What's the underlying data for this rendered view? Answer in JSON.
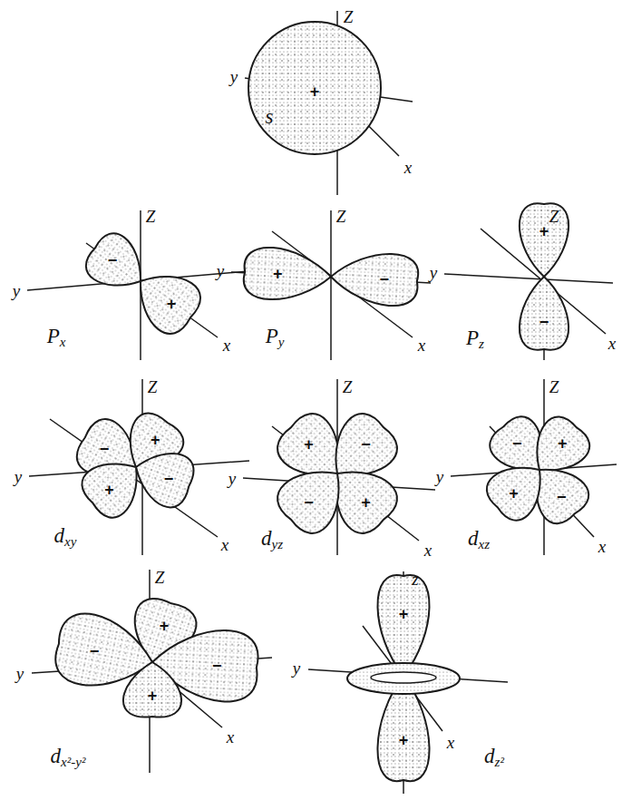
{
  "diagram": {
    "labels": [
      "Z",
      "y",
      "+",
      "s",
      "x",
      "Z",
      "−",
      "y",
      "+",
      "Px",
      "x",
      "Z",
      "y",
      "+",
      "−",
      "Py",
      "x",
      "Z",
      "+",
      "y",
      "−",
      "Pz",
      "x",
      "Z",
      "−",
      "+",
      "y",
      "−",
      "+",
      "dxy",
      "x",
      "Z",
      "+",
      "−",
      "y",
      "−",
      "+",
      "dyz",
      "x",
      "Z",
      "−",
      "+",
      "y",
      "+",
      "−",
      "dxz",
      "x",
      "Z",
      "+",
      "y",
      "−",
      "−",
      "+",
      "dx²-y²",
      "x",
      "z",
      "+",
      "y",
      "x",
      "+",
      "dz²"
    ]
  }
}
